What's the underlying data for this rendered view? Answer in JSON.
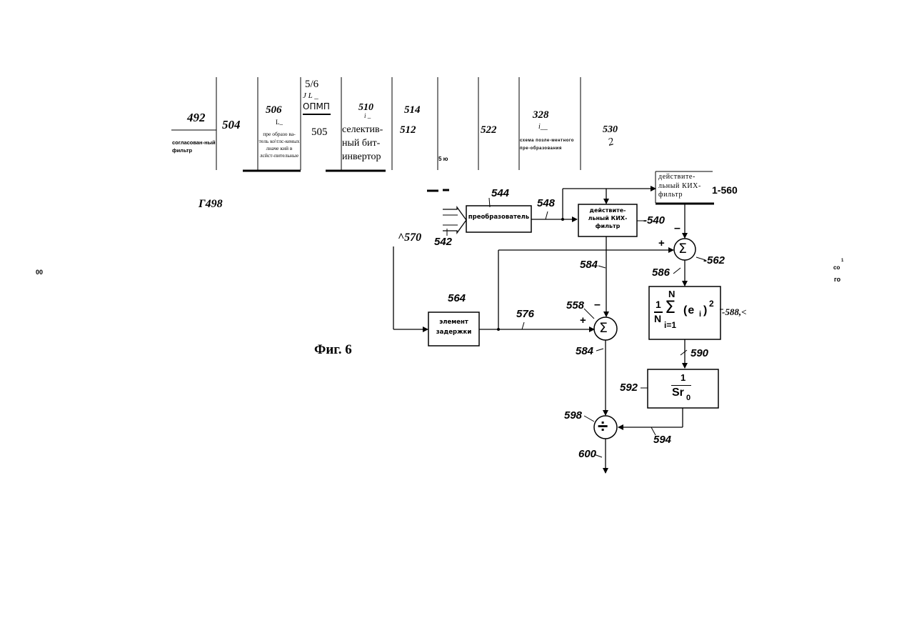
{
  "top_strip": {
    "l492": "492",
    "matched_filter": "согласован-ный фильтр",
    "l504": "504",
    "l506": "506",
    "l506_sub": "L_",
    "converter_text": "пре образо ва-тель ко\\тлс-кеных лначе кий в лсйст-пительные",
    "l5_6": "5/6",
    "jl": "J L _",
    "ofdm": "ОПМП",
    "l505": "505",
    "l510": "510",
    "l510_sub": "i _",
    "selective_inverter": "селектив-ный бит-инвертор",
    "l514": "514",
    "l512": "512",
    "l5yu": "5 ю",
    "l522": "522",
    "l328": "328",
    "l328_sub": "i__",
    "post_transform": "схема позле-ментного пре-образования",
    "l530": "530",
    "l530_mark": "2"
  },
  "side": {
    "g498": "Г498",
    "l00": "00",
    "co_sup": "1",
    "co": "со",
    "go": "го"
  },
  "figure_caption": "Фиг. 6",
  "diagram": {
    "real_fir_top": "действите-льный КИХ-фильтр",
    "l1560": "1-560",
    "l544": "544",
    "converter": "преобразователь",
    "l548": "548",
    "real_fir": "действите-льный КИХ-фильтр",
    "l540": "-540",
    "l570": "^570",
    "l542": "542",
    "plus1": "+",
    "minus1": "–",
    "sum1": "Σ",
    "l562": "-562",
    "l584a": "584",
    "l586": "586",
    "formula_frac_top": "1",
    "formula_frac_bot": "N",
    "formula_sum_top": "N",
    "formula_sum": "Σ",
    "formula_sum_bot": "i=1",
    "formula_term": "(e",
    "formula_sub": "i",
    "formula_close": ")",
    "formula_sq": "2",
    "l588": "-588,<",
    "l564": "564",
    "delay": "элемент задержки",
    "l576": "576",
    "l558": "558",
    "minus2": "–",
    "plus2": "+",
    "sum2": "Σ",
    "l590": "590",
    "l584b": "584",
    "l592": "592",
    "recip_top": "1",
    "recip_bot": "Sr",
    "recip_sub": "0",
    "l598": "598",
    "div": "÷",
    "l594": "594",
    "l600": "600"
  }
}
